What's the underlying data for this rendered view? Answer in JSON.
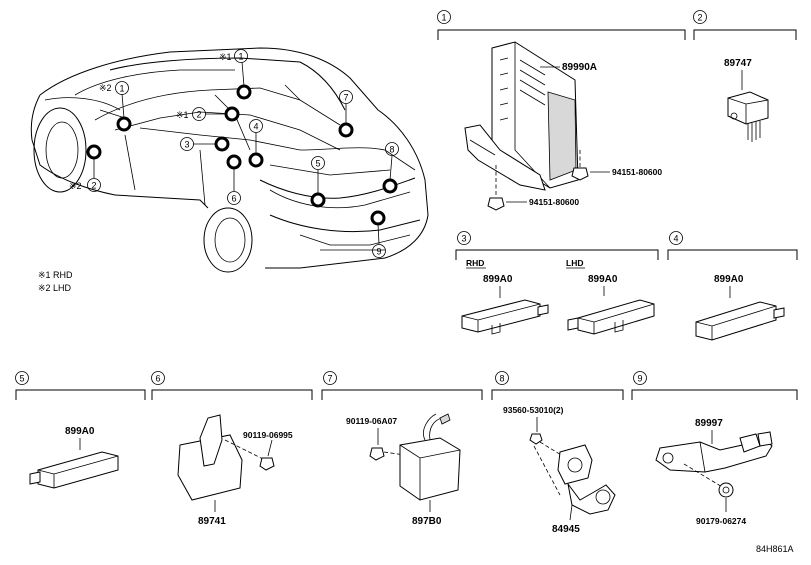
{
  "diagram": {
    "ref_code": "84H861A",
    "notes": [
      "※1 RHD",
      "※2 LHD"
    ],
    "callout_numbers": [
      "1",
      "2",
      "3",
      "4",
      "5",
      "6",
      "7",
      "8",
      "9"
    ],
    "car_callouts": {
      "c1a": "1",
      "c1b": "1",
      "c2a": "2",
      "c2b": "2",
      "c3": "3",
      "c4": "4",
      "c5": "5",
      "c6": "6",
      "c7": "7",
      "c8": "8",
      "c9": "9",
      "m1": "※1",
      "m2": "※2",
      "m3": "※1",
      "m4": "※2"
    },
    "groups": {
      "g1": {
        "num": "1",
        "main_part": "89990A",
        "bolt_top": "94151-80600",
        "bolt_bottom": "94151-80600"
      },
      "g2": {
        "num": "2",
        "part": "89747"
      },
      "g3": {
        "num": "3",
        "rhd_label": "RHD",
        "lhd_label": "LHD",
        "rhd_part": "899A0",
        "lhd_part": "899A0"
      },
      "g4": {
        "num": "4",
        "part": "899A0"
      },
      "g5": {
        "num": "5",
        "part": "899A0"
      },
      "g6": {
        "num": "6",
        "part": "89741",
        "bolt": "90119-06995"
      },
      "g7": {
        "num": "7",
        "part": "897B0",
        "bolt": "90119-06A07"
      },
      "g8": {
        "num": "8",
        "part": "84945",
        "screw": "93560-53010(2)"
      },
      "g9": {
        "num": "9",
        "part": "89997",
        "bolt": "90179-06274"
      }
    }
  }
}
